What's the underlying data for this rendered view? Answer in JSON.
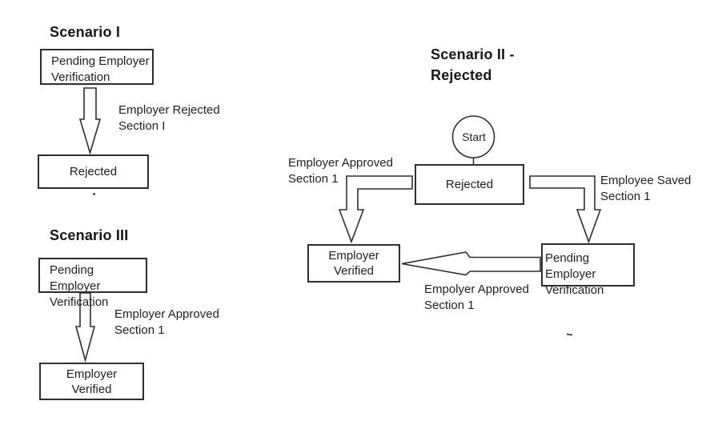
{
  "colors": {
    "line": "#2e2e2e",
    "text": "#1f1f1f",
    "background": "#ffffff"
  },
  "scenario1": {
    "title": "Scenario I",
    "pending_box": "Pending Employer\nVerification",
    "arrow_label": "Employer Rejected\nSection I",
    "rejected_box": "Rejected"
  },
  "scenario2": {
    "title": "Scenario II -\nRejected",
    "start_label": "Start",
    "rejected_box": "Rejected",
    "left_arrow_label": "Employer Approved\nSection 1",
    "right_arrow_label": "Employee Saved\nSection 1",
    "verified_box": "Employer\nVerified",
    "pending_box": "Pending Employer\nVerification",
    "horizontal_arrow_label": "Empolyer Approved\nSection 1"
  },
  "scenario3": {
    "title": "Scenario III",
    "pending_box": "Pending Employer\nVerification",
    "arrow_label": "Employer Approved\nSection 1",
    "verified_box": "Employer\nVerified"
  }
}
